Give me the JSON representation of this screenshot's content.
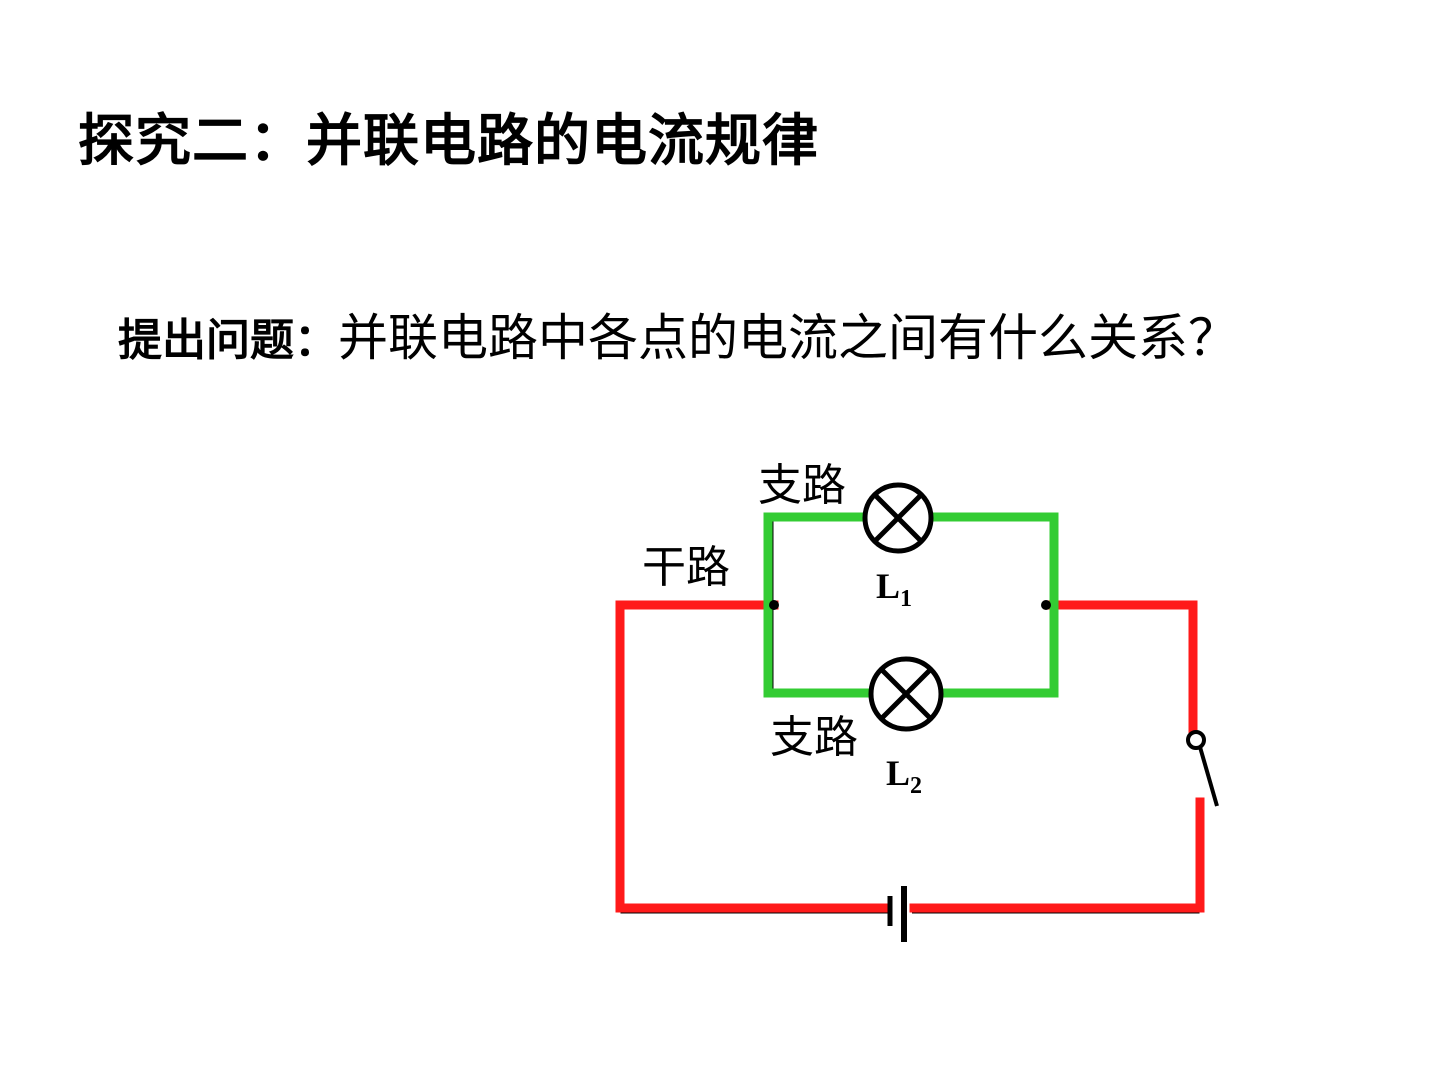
{
  "title": "探究二：并联电路的电流规律",
  "question": {
    "label": "提出问题：",
    "text": "并联电路中各点的电流之间有什么关系？"
  },
  "diagram": {
    "branch_top_label": "支路",
    "branch_bottom_label": "支路",
    "trunk_label": "干路",
    "lamp1": {
      "letter": "L",
      "sub": "1"
    },
    "lamp2": {
      "letter": "L",
      "sub": "2"
    },
    "colors": {
      "trunk": "#ff1a1a",
      "branch": "#33cc33",
      "wire": "#000000"
    }
  }
}
